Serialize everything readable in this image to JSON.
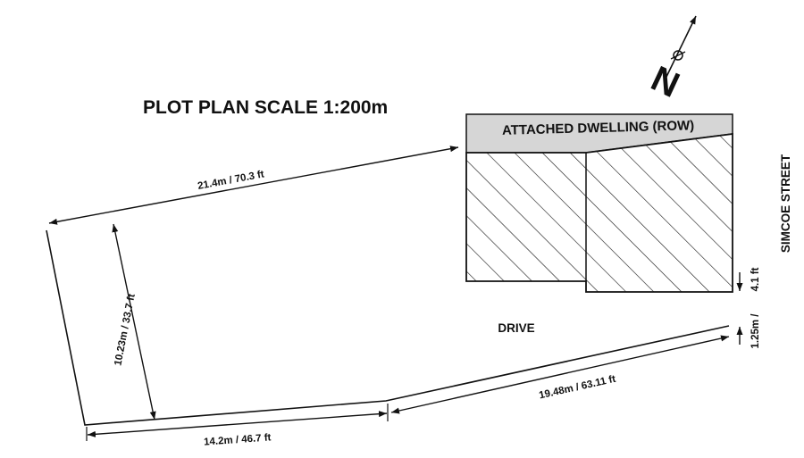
{
  "title": "PLOT PLAN SCALE 1:200m",
  "north_label": "N",
  "building_label": "ATTACHED DWELLING (ROW)",
  "street_label": "SIMCOE STREET",
  "drive_label": "DRIVE",
  "dimensions": {
    "top": "21.4m / 70.3 ft",
    "left": "10.23m / 33.7 ft",
    "bottom_left": "14.2m / 46.7 ft",
    "bottom_right": "19.48m / 63.11 ft",
    "right_upper": "4.1 ft",
    "right_lower": "1.25m /"
  },
  "colors": {
    "ink": "#111111",
    "dwelling_fill": "#d6d6d6",
    "background": "#ffffff"
  }
}
